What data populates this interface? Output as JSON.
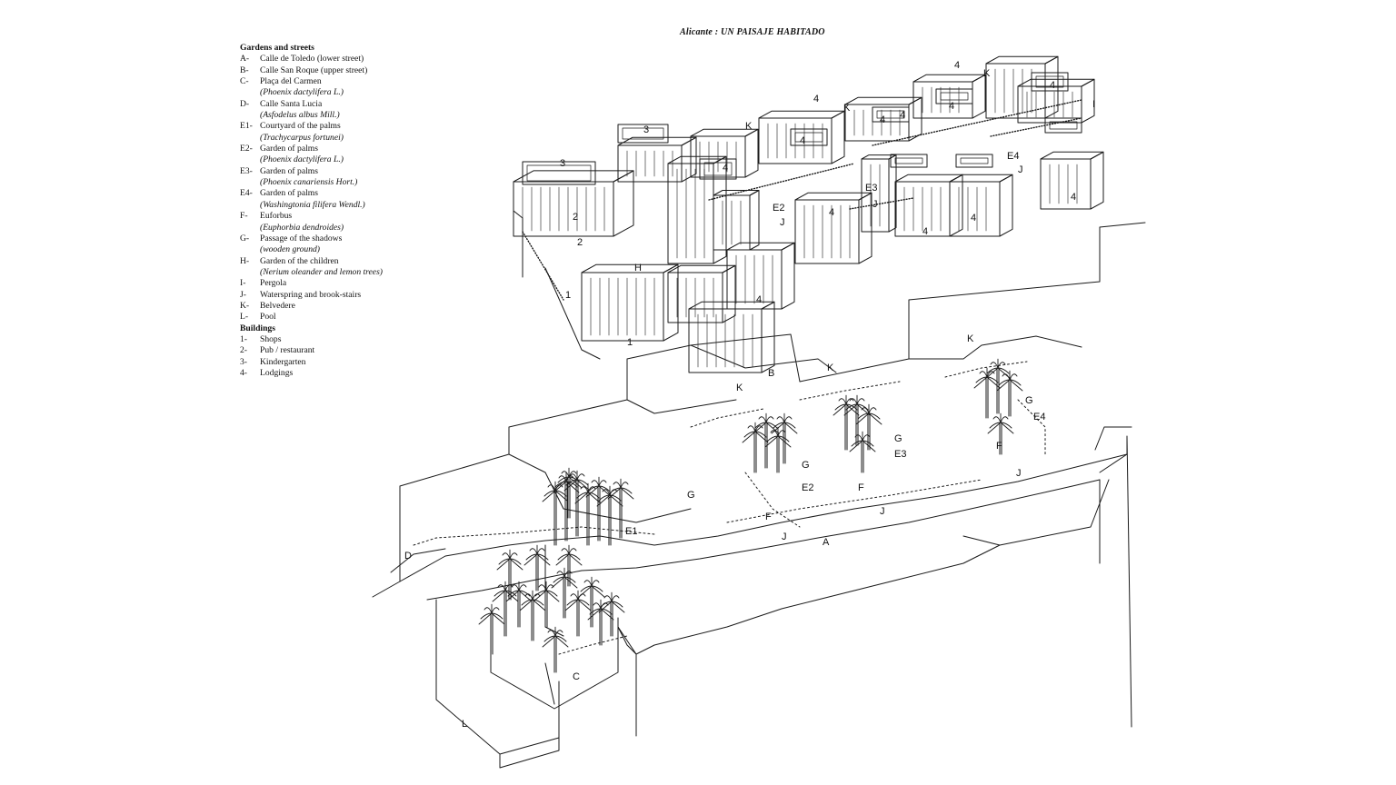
{
  "title": "Alicante : UN PAISAJE HABITADO",
  "legend": {
    "gardens": {
      "heading": "Gardens and streets",
      "items": [
        {
          "code": "A-",
          "label": "Calle de Toledo (lower street)"
        },
        {
          "code": "B-",
          "label": "Calle San Roque (upper street)"
        },
        {
          "code": "C-",
          "label": "Plaça del Carmen",
          "sub": "(Phoenix dactylifera L.)"
        },
        {
          "code": "D-",
          "label": "Calle Santa Lucia",
          "sub": "(Asfodelus albus Mill.)"
        },
        {
          "code": "E1-",
          "label": "Courtyard of the palms",
          "sub": "(Trachycarpus fortunei)"
        },
        {
          "code": "E2-",
          "label": "Garden of palms",
          "sub": "(Phoenix dactylifera L.)"
        },
        {
          "code": "E3-",
          "label": "Garden of palms",
          "sub": "(Phoenix canariensis Hort.)"
        },
        {
          "code": "E4-",
          "label": "Garden of palms",
          "sub": "(Washingtonia filifera Wendl.)"
        },
        {
          "code": "F-",
          "label": "Euforbus",
          "sub": "(Euphorbia dendroides)"
        },
        {
          "code": "G-",
          "label": "Passage of the shadows",
          "sub": "(wooden ground)"
        },
        {
          "code": "H-",
          "label": "Garden of the children",
          "sub": "(Nerium oleander and lemon trees)"
        },
        {
          "code": "I-",
          "label": "Pergola"
        },
        {
          "code": "J-",
          "label": "Waterspring and brook-stairs"
        },
        {
          "code": "K-",
          "label": "Belvedere"
        },
        {
          "code": "L-",
          "label": "Pool"
        }
      ]
    },
    "buildings": {
      "heading": "Buildings",
      "items": [
        {
          "code": "1-",
          "label": "Shops"
        },
        {
          "code": "2-",
          "label": "Pub / restaurant"
        },
        {
          "code": "3-",
          "label": "Kindergarten"
        },
        {
          "code": "4-",
          "label": "Lodgings"
        }
      ]
    }
  },
  "drawing": {
    "labels": [
      "A",
      "B",
      "C",
      "D",
      "E1",
      "E2",
      "E3",
      "E4",
      "F",
      "G",
      "H",
      "I",
      "J",
      "K",
      "L",
      "1",
      "2",
      "3",
      "4"
    ]
  }
}
